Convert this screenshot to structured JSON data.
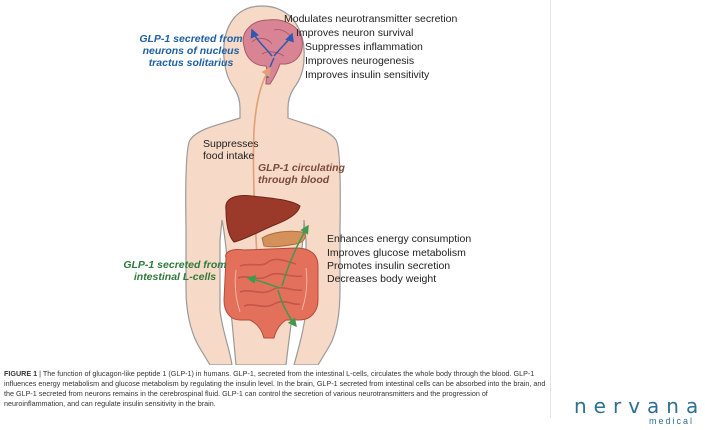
{
  "brain_effects": [
    "Modulates neurotransmitter secretion",
    "Improves neuron survival",
    "Suppresses inflammation",
    "Improves neurogenesis",
    "Improves insulin sensitivity"
  ],
  "gut_effects": [
    "Enhances energy consumption",
    "Improves glucose metabolism",
    "Promotes insulin secretion",
    "Decreases body weight"
  ],
  "labels": {
    "brain_source_line1": "GLP-1 secreted from",
    "brain_source_line2": "neurons of nucleus",
    "brain_source_line3": "tractus solitarius",
    "circulating_line1": "GLP-1 circulating",
    "circulating_line2": "through blood",
    "appetite_line1": "Suppresses",
    "appetite_line2": "food intake",
    "gut_source_line1": "GLP-1 secreted from",
    "gut_source_line2": "intestinal L-cells"
  },
  "caption": {
    "figure_label": "FIGURE 1",
    "text": "| The function of glucagon-like peptide 1 (GLP-1) in humans. GLP-1, secreted from the intestinal L-cells, circulates the whole body through the blood. GLP-1 influences energy metabolism and glucose metabolism by regulating the insulin level. In the brain, GLP-1 secreted from intestinal cells can be absorbed into the brain, and the GLP-1 secreted from neurons remains in the cerebrospinal fluid. GLP-1 can control the secretion of various neurotransmitters and the progression of neuroinflammation, and can regulate insulin sensitivity in the brain."
  },
  "brand": {
    "name": "nervana",
    "tagline": "medical"
  },
  "colors": {
    "skin": "#f6d9c6",
    "skin_outline": "#9a9a9a",
    "brain": "#d98494",
    "liver": "#9b3a2a",
    "pancreas": "#d4915a",
    "intestine": "#e2705b",
    "blue_text": "#1f5fa3",
    "green_text": "#2f7a3c",
    "brown_text": "#7a4a3c",
    "brand": "#2f6f8f"
  }
}
